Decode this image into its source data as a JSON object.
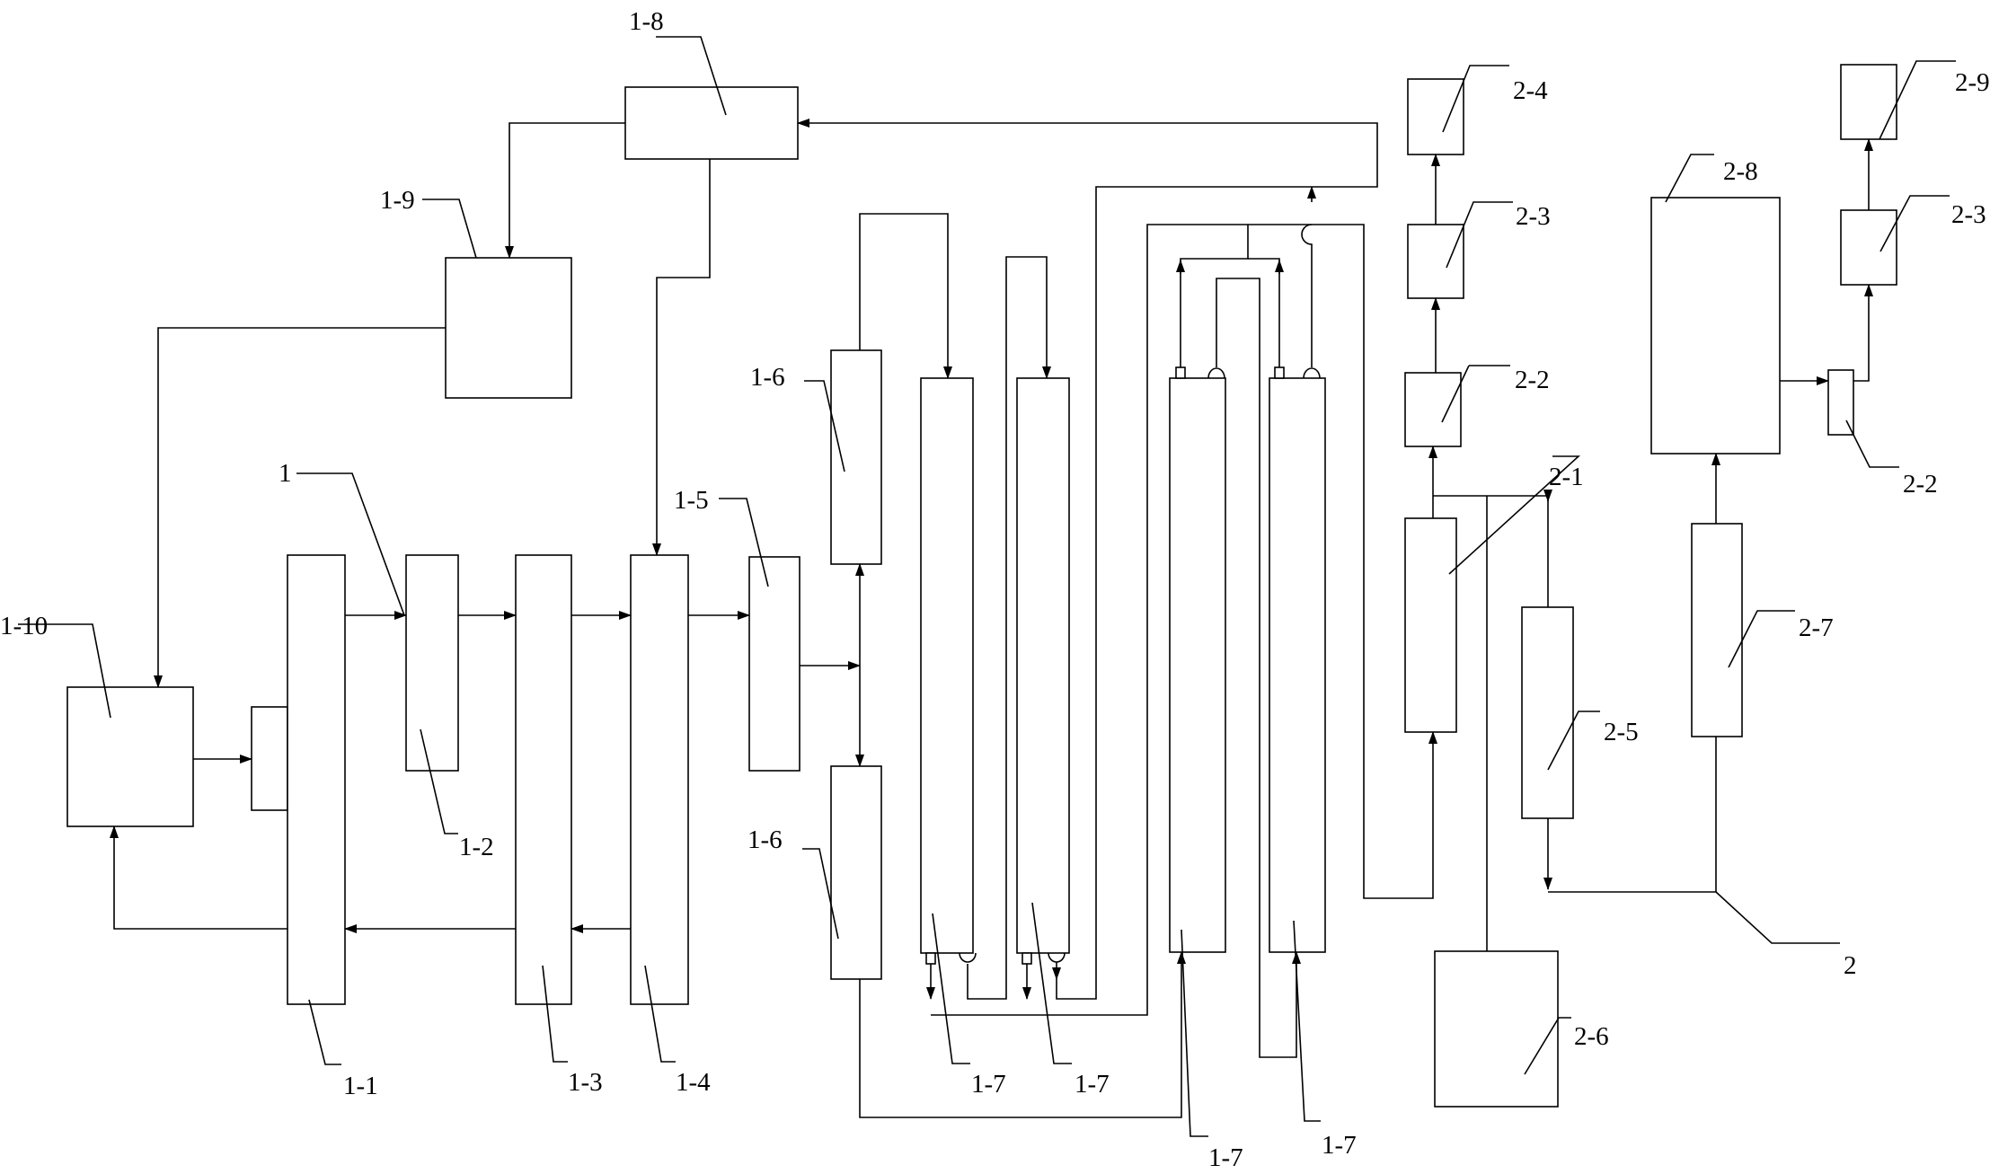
{
  "labels": {
    "l1_1": "1-1",
    "l1_2": "1-2",
    "l1_3": "1-3",
    "l1_4": "1-4",
    "l1_5": "1-5",
    "l1_6a": "1-6",
    "l1_6b": "1-6",
    "l1_7a": "1-7",
    "l1_7b": "1-7",
    "l1_7c": "1-7",
    "l1_7d": "1-7",
    "l1_8": "1-8",
    "l1_9": "1-9",
    "l1_10": "1-10",
    "l1": "1",
    "l2_1": "2-1",
    "l2_2a": "2-2",
    "l2_2b": "2-2",
    "l2_3a": "2-3",
    "l2_3b": "2-3",
    "l2_4": "2-4",
    "l2_5": "2-5",
    "l2_6": "2-6",
    "l2_7": "2-7",
    "l2_8": "2-8",
    "l2_9": "2-9",
    "l2": "2"
  }
}
